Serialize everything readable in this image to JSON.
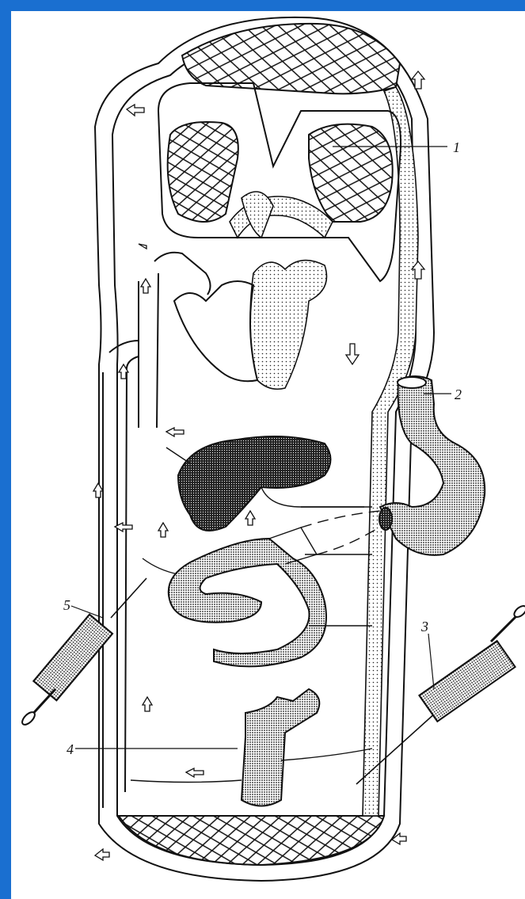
{
  "labels": {
    "l1": "1",
    "l2": "2",
    "l3": "3",
    "l4": "4",
    "l5": "5"
  },
  "colors": {
    "frame": "#1a6fd0",
    "ink": "#111111",
    "paper": "#ffffff"
  }
}
